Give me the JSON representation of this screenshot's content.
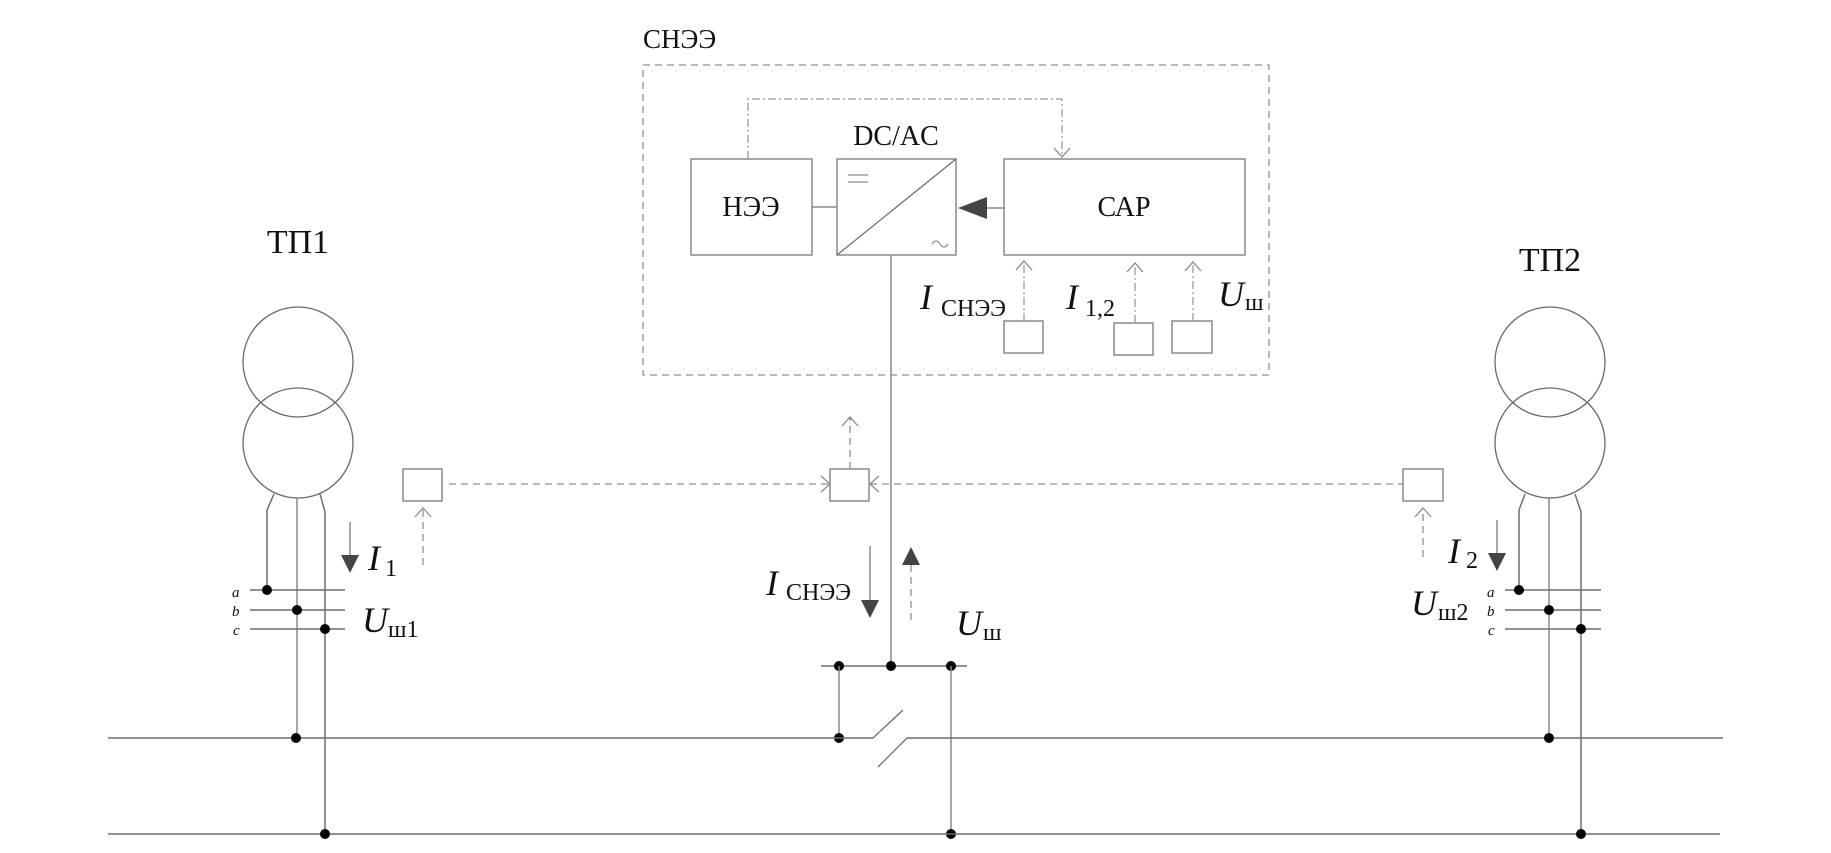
{
  "diagram": {
    "system_label": "СНЭЭ",
    "blocks": {
      "storage": "НЭЭ",
      "converter": "DC/AC",
      "converter_dc_symbol": "=",
      "converter_ac_symbol": "~",
      "controller": "САР"
    },
    "substations": [
      {
        "label": "ТП1",
        "current": {
          "main": "I",
          "sub": "1"
        },
        "voltage": {
          "main": "U",
          "sub": "ш1"
        }
      },
      {
        "label": "ТП2",
        "current": {
          "main": "I",
          "sub": "2"
        },
        "voltage": {
          "main": "U",
          "sub": "ш2"
        }
      }
    ],
    "phases": [
      "a",
      "b",
      "c"
    ],
    "controller_inputs": [
      {
        "main": "I",
        "sub": "СНЭЭ"
      },
      {
        "main": "I",
        "sub": "1,2"
      },
      {
        "main": "U",
        "sub": "ш"
      }
    ],
    "connection_point": {
      "current": {
        "main": "I",
        "sub": "СНЭЭ"
      },
      "voltage": {
        "main": "U",
        "sub": "ш"
      }
    }
  }
}
